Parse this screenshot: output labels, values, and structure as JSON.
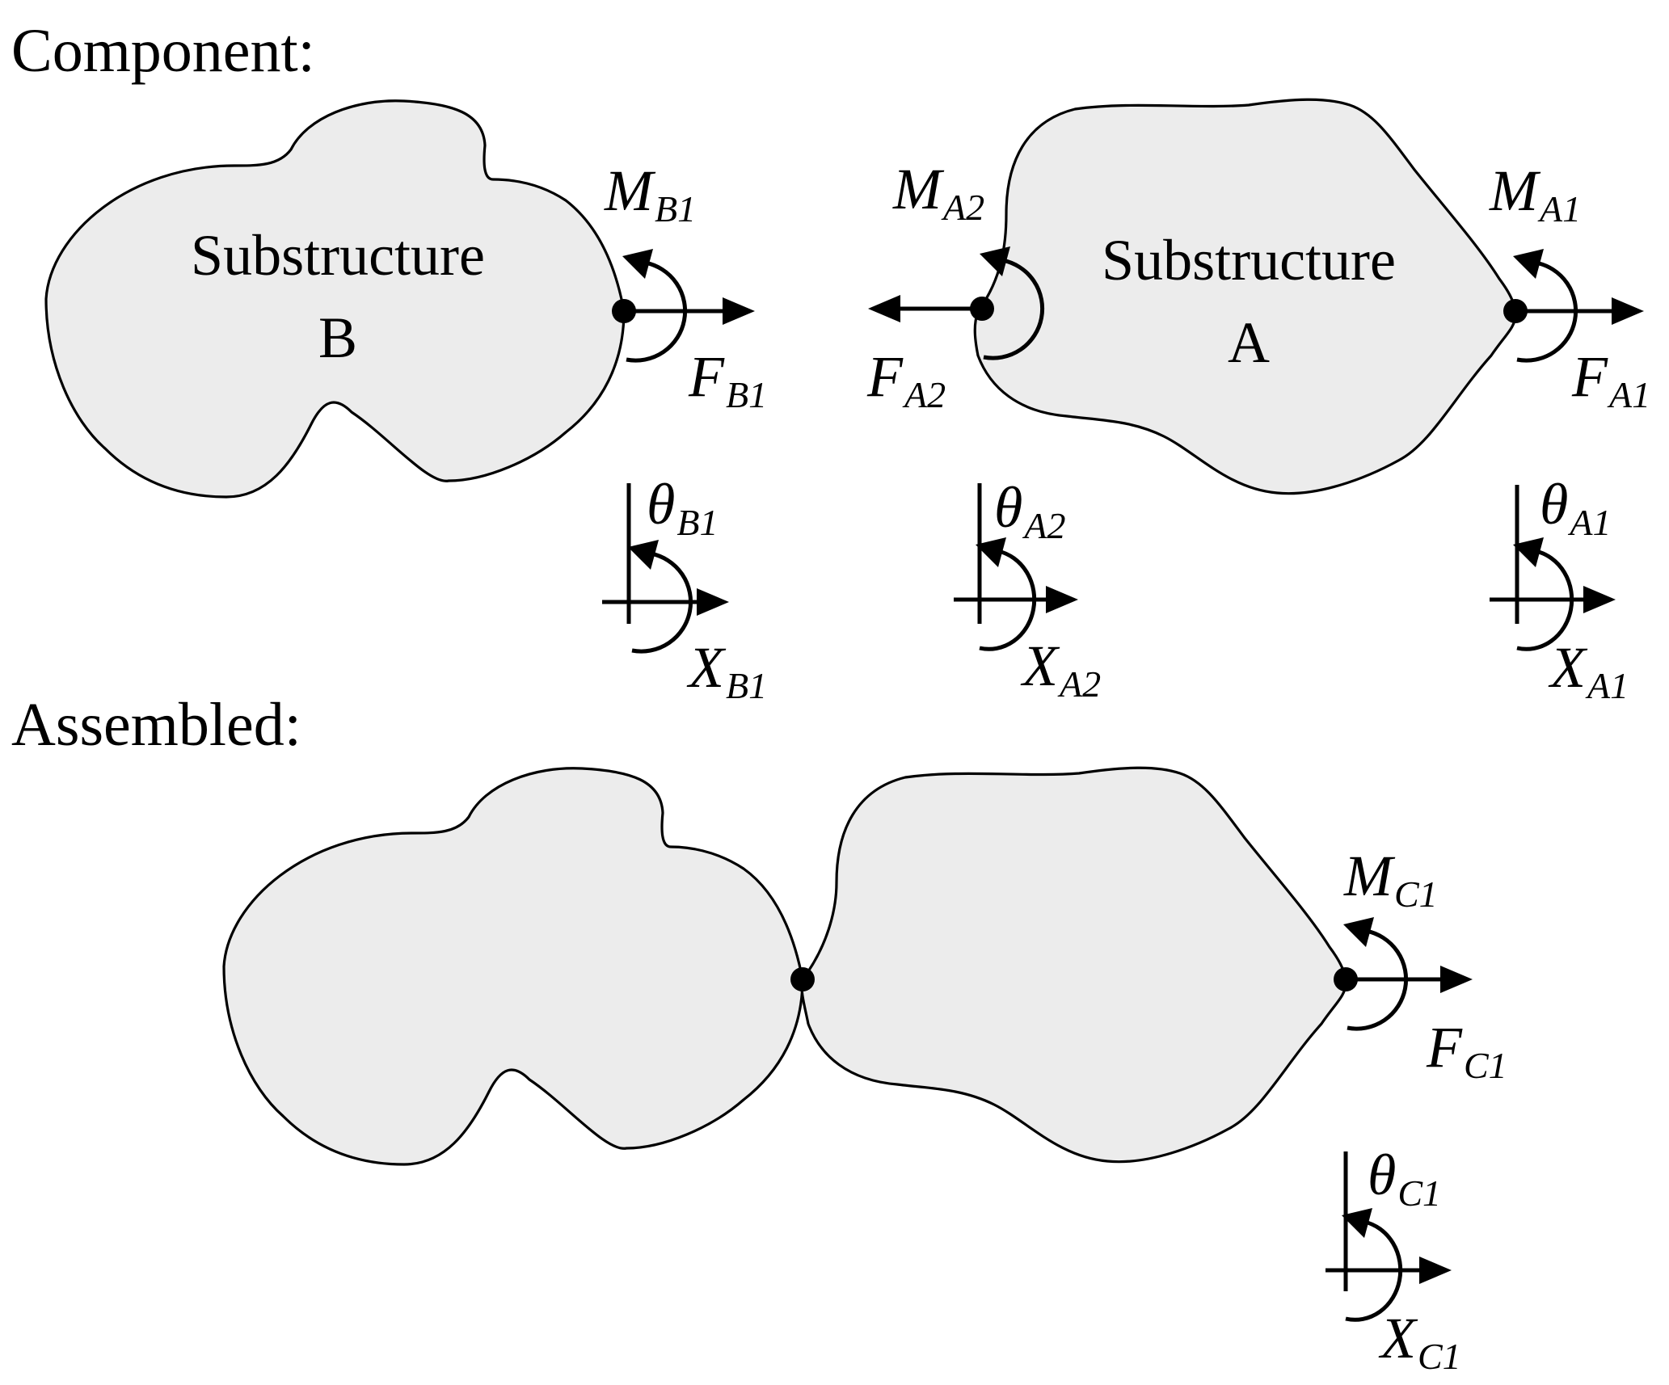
{
  "sections": {
    "component": "Component:",
    "assembled": "Assembled:"
  },
  "substructures": {
    "b": {
      "line1": "Substructure",
      "line2": "B"
    },
    "a": {
      "line1": "Substructure",
      "line2": "A"
    }
  },
  "labels": {
    "mb1": {
      "sym": "M",
      "sub": "B1"
    },
    "fb1": {
      "sym": "F",
      "sub": "B1"
    },
    "ma2": {
      "sym": "M",
      "sub": "A2"
    },
    "fa2": {
      "sym": "F",
      "sub": "A2"
    },
    "ma1": {
      "sym": "M",
      "sub": "A1"
    },
    "fa1": {
      "sym": "F",
      "sub": "A1"
    },
    "thb1": {
      "sym": "θ",
      "sub": "B1"
    },
    "xb1": {
      "sym": "X",
      "sub": "B1"
    },
    "tha2": {
      "sym": "θ",
      "sub": "A2"
    },
    "xa2": {
      "sym": "X",
      "sub": "A2"
    },
    "tha1": {
      "sym": "θ",
      "sub": "A1"
    },
    "xa1": {
      "sym": "X",
      "sub": "A1"
    },
    "mc1": {
      "sym": "M",
      "sub": "C1"
    },
    "fc1": {
      "sym": "F",
      "sub": "C1"
    },
    "thc1": {
      "sym": "θ",
      "sub": "C1"
    },
    "xc1": {
      "sym": "X",
      "sub": "C1"
    }
  },
  "colors": {
    "fill": "#ececec",
    "stroke": "#000000"
  }
}
